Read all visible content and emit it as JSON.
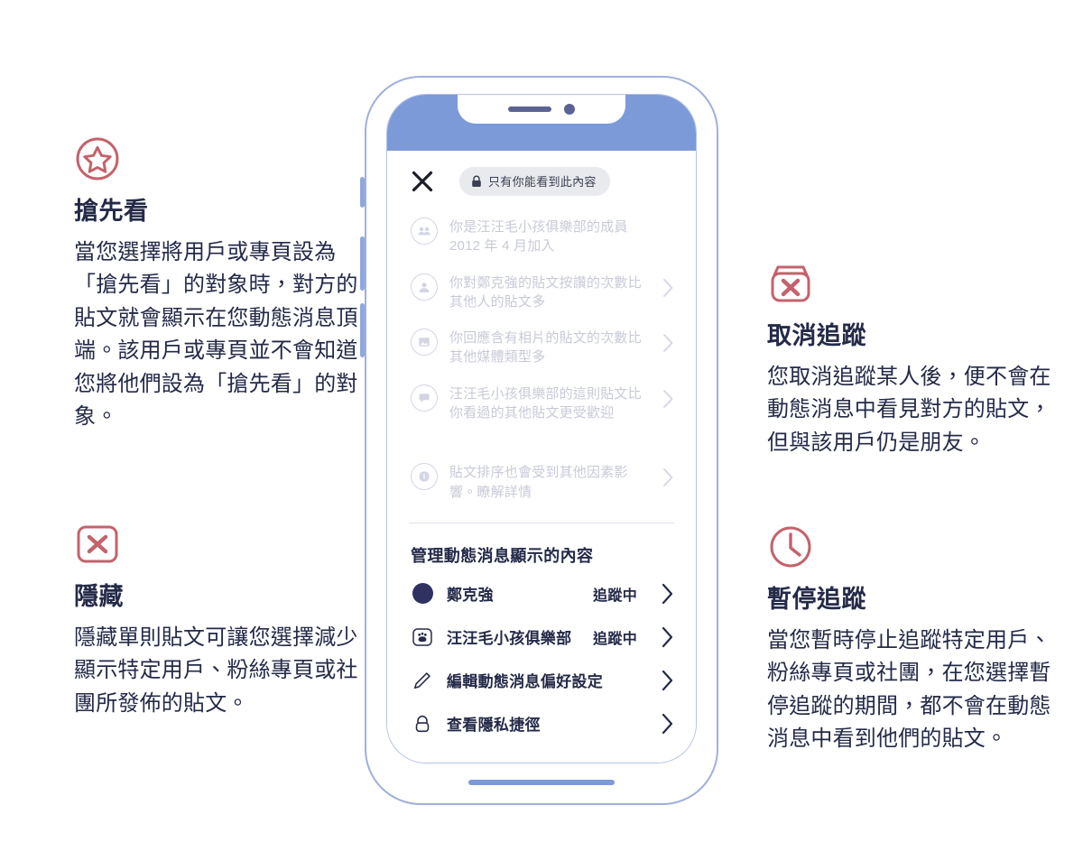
{
  "features": {
    "see_first": {
      "icon": "star-in-circle-icon",
      "title": "搶先看",
      "body": "當您選擇將用戶或專頁設為「搶先看」的對象時，對方的貼文就會顯示在您動態消息頂端。該用戶或專頁並不會知道您將他們設為「搶先看」的對象。"
    },
    "hide": {
      "icon": "x-in-square-icon",
      "title": "隱藏",
      "body": "隱藏單則貼文可讓您選擇減少顯示特定用戶、粉絲專頁或社團所發佈的貼文。"
    },
    "unfollow": {
      "icon": "box-with-x-icon",
      "title": "取消追蹤",
      "body": "您取消追蹤某人後，便不會在動態消息中看見對方的貼文，但與該用戶仍是朋友。"
    },
    "snooze": {
      "icon": "clock-icon",
      "title": "暫停追蹤",
      "body": "當您暫時停止追蹤特定用戶、粉絲專頁或社團，在您選擇暫停追蹤的期間，都不會在動態消息中看到他們的貼文。"
    }
  },
  "phone": {
    "header": {
      "close_icon": "close-x-icon",
      "privacy_badge": {
        "icon": "lock-icon",
        "label": "只有你能看到此內容"
      }
    },
    "insights": [
      {
        "icon": "people-group-icon",
        "text": "你是汪汪毛小孩俱樂部的成員",
        "sub": "2012 年 4 月加入",
        "chevron": false
      },
      {
        "icon": "person-avatar-icon",
        "text": "你對鄭克強的貼文按讚的次數比其他人的貼文多",
        "sub": "",
        "chevron": true
      },
      {
        "icon": "photo-icon",
        "text": "你回應含有相片的貼文的次數比其他媒體類型多",
        "sub": "",
        "chevron": true
      },
      {
        "icon": "chat-bubble-icon",
        "text": "汪汪毛小孩俱樂部的這則貼文比你看過的其他貼文更受歡迎",
        "sub": "",
        "chevron": true
      },
      {
        "icon": "info-icon",
        "text": "貼文排序也會受到其他因素影響。瞭解詳情",
        "sub": "",
        "chevron": true
      }
    ],
    "manage": {
      "title": "管理動態消息顯示的內容",
      "rows": [
        {
          "icon": "avatar-circle-icon",
          "label": "鄭克強",
          "status": "追蹤中"
        },
        {
          "icon": "paw-badge-icon",
          "label": "汪汪毛小孩俱樂部",
          "status": "追蹤中"
        },
        {
          "icon": "pencil-icon",
          "label": "編輯動態消息偏好設定",
          "status": ""
        },
        {
          "icon": "lock-outline-icon",
          "label": "查看隱私捷徑",
          "status": ""
        }
      ]
    }
  },
  "colors": {
    "accent_red": "#c4626c",
    "ink": "#242a48",
    "phone_blue": "#7d9ad8",
    "frame_blue": "#9fb0da",
    "avatar_navy": "#2f3160",
    "badge_grey": "#e9eaed"
  }
}
